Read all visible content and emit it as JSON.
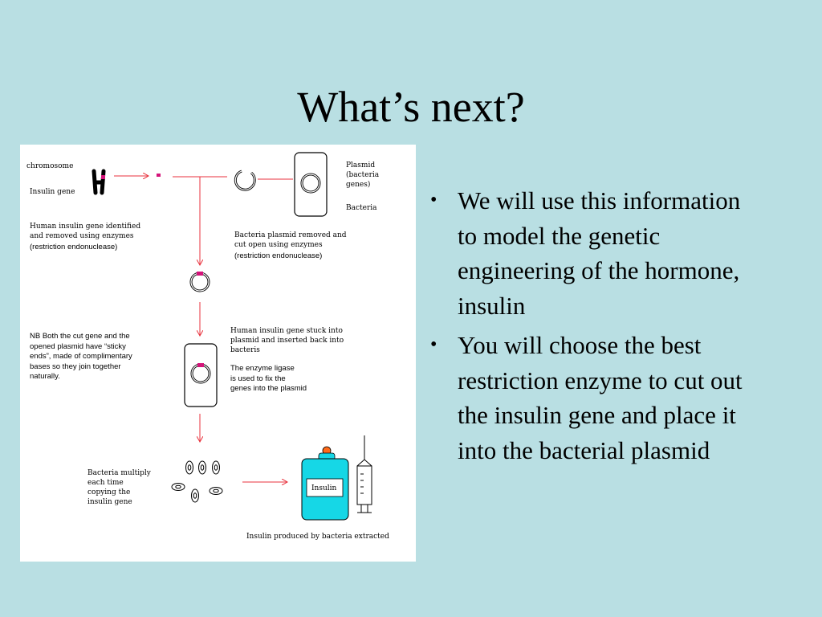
{
  "slide": {
    "title": "What’s next?",
    "bullets": [
      "We will use this information to model the genetic engineering of the hormone, insulin",
      "You will choose the best restriction enzyme to cut out the insulin gene and place it into the bacterial plasmid"
    ],
    "bullet_glyph": "•"
  },
  "diagram": {
    "labels": {
      "chromosome": "chromosome",
      "insulin_gene": "Insulin gene",
      "plasmid": "Plasmid\n(bacteria\ngenes)",
      "bacteria": "Bacteria",
      "human_gene_removed": "Human insulin gene identified\nand removed using enzymes",
      "restriction_1": "(restriction endonuclease)",
      "plasmid_removed": "Bacteria plasmid removed and\ncut open using enzymes",
      "restriction_2": "(restriction endonuclease)",
      "nb_note": "NB Both the cut gene and the\nopened plasmid have “sticky\nends”, made of complimentary\nbases so they join together\nnaturally.",
      "gene_stuck": "Human insulin gene stuck into\nplasmid and inserted back into\nbacteris",
      "ligase": "The enzyme ligase\nis used to fix the\ngenes into the plasmid",
      "multiply": "Bacteria multiply\neach time\ncopying the\ninsulin gene",
      "bottle_label": "Insulin",
      "extracted": "Insulin produced by bacteria extracted"
    },
    "colors": {
      "arrow": "#e8323c",
      "gene": "#d4147a",
      "bottle": "#16d7e6",
      "cap": "#ff6a1a"
    }
  }
}
